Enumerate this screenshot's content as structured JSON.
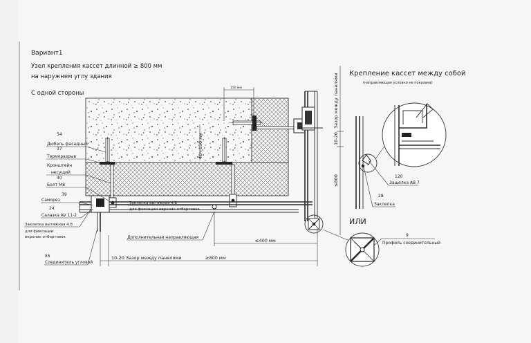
{
  "title": {
    "line1": "Вариант1",
    "line2": "Узел крепления кассет длинной ≥ 800 мм",
    "line3": "на наружнем углу здания",
    "line4": "С одной стороны"
  },
  "right_title": {
    "main": "Крепление кассет между собой",
    "sub": "(направляющая условно не показана)"
  },
  "labels": {
    "l54_num": "54",
    "l54": "Дюбель фасадный",
    "l37_num": "37",
    "l37": "Терморазрыв",
    "kron1": "Кронштейн",
    "kron2": "несущий",
    "l40_num": "40",
    "l40": "Болт М8",
    "l39_num": "39",
    "l39": "Саморез",
    "l24_num": "24",
    "l24": "Салазка AV 11-2",
    "zakl_left_1": "Заклепка вытяжная 4.8",
    "zakl_left_2": "для фиксации",
    "zakl_left_3": "верхних отбортовок",
    "l65_num": "65",
    "l65": "Соединитель угловой",
    "zakl_mid_1": "Заклепка вытяжная 4.8",
    "zakl_mid_2": "для фиксации верхних отбортовок",
    "dop": "Дополнительная направляющая",
    "l120_num": "120",
    "l120": "Защелка AB 7",
    "l28_num": "28",
    "l28": "Заклепка",
    "l9_num": "9",
    "l9": "Профиль соединительный",
    "ili": "ИЛИ"
  },
  "dims": {
    "top": "150 мм",
    "vert": "40÷150 мм",
    "le400": "≤400 мм",
    "gap": "10-20 Зазор между панелями",
    "ge800": "≥800 мм",
    "vert_right_gap": "Зазор между панелями",
    "vert_right_1020": "10-20",
    "vert_right_800": "≤800"
  }
}
